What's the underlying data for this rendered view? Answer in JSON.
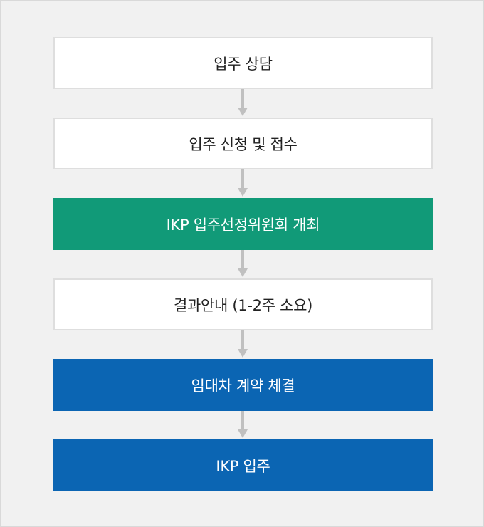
{
  "steps": [
    {
      "label": "입주 상담",
      "style": "white"
    },
    {
      "label": "입주 신청 및 접수",
      "style": "white"
    },
    {
      "label": "IKP 입주선정위원회 개최",
      "style": "green"
    },
    {
      "label": "결과안내 (1-2주 소요)",
      "style": "white"
    },
    {
      "label": "임대차 계약 체결",
      "style": "blue"
    },
    {
      "label": "IKP 입주",
      "style": "blue"
    }
  ],
  "colors": {
    "background": "#f1f1f1",
    "box_white": "#ffffff",
    "box_green": "#119a78",
    "box_blue": "#0b65b3",
    "arrow": "#c0c0c0"
  }
}
